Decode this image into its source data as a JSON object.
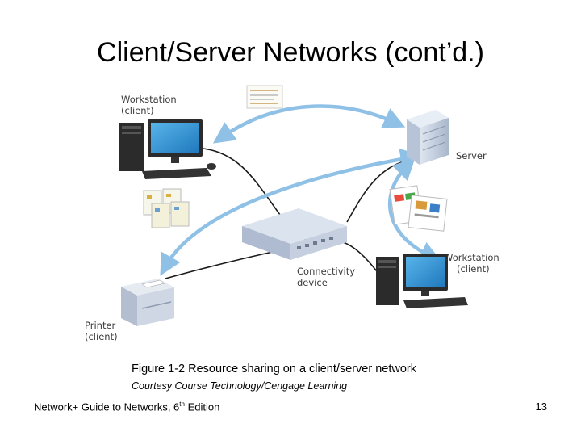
{
  "slide": {
    "title": "Client/Server Networks (cont’d.)"
  },
  "diagram": {
    "workstation_top": {
      "line1": "Workstation",
      "line2": "(client)"
    },
    "server": {
      "label": "Server"
    },
    "workstation_bottom": {
      "line1": "Workstation",
      "line2": "(client)"
    },
    "connectivity": {
      "line1": "Connectivity",
      "line2": "device"
    },
    "printer": {
      "line1": "Printer",
      "line2": "(client)"
    }
  },
  "caption": {
    "text": "Figure 1-2 Resource sharing on a client/server network",
    "credit": "Courtesy Course Technology/Cengage Learning"
  },
  "footer": {
    "book_prefix": "Network+ Guide to Networks, 6",
    "book_sup": "th",
    "book_suffix": " Edition",
    "page_number": "13"
  },
  "colors": {
    "arrow": "#8fc0e6",
    "cable": "#1a1a1a",
    "device_body": "#c5cfdf",
    "monitor_screen": "#2a8fd0",
    "tower": "#2b2b2b"
  }
}
